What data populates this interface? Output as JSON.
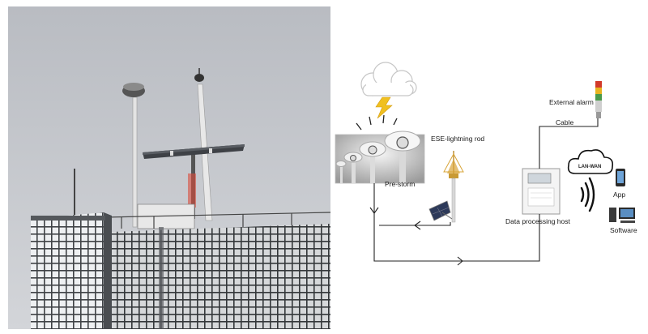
{
  "labels": {
    "external_alarm": "External alarm",
    "cable": "Cable",
    "lan_wan": "LAN-WAN",
    "ese_rod": "ESE-lightning rod",
    "pre_storm": "Pre-storm",
    "host": "Data processing host",
    "app": "App",
    "software": "Software"
  },
  "colors": {
    "sky": "#c5c8ce",
    "building": "#6b6e72",
    "lines": "#222222",
    "lightning": "#f0c020",
    "rod": "#d8a437",
    "alarm_red": "#d23a2a",
    "alarm_yellow": "#e8b420",
    "alarm_green": "#4a9a4a"
  },
  "icons": [
    "cloud-lightning-icon",
    "wifi-waves-icon",
    "cloud-icon",
    "smartphone-icon",
    "desktop-computer-icon"
  ]
}
